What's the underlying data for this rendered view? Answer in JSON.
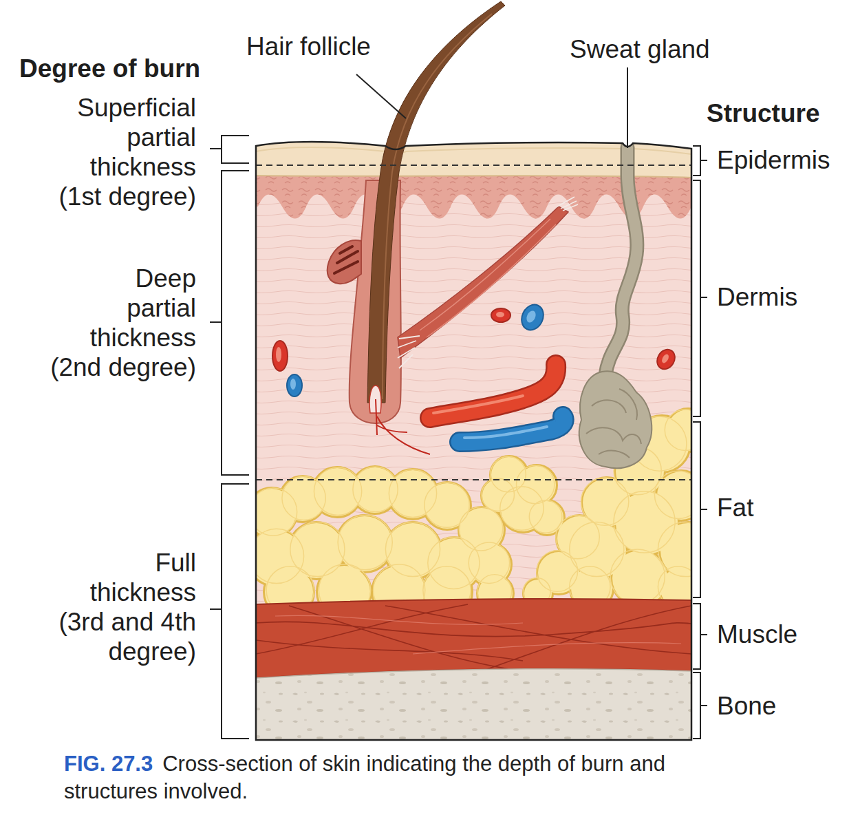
{
  "diagram": {
    "caption": "Cross-section of skin indicating the depth of burn and structures involved.",
    "labels": [
      "Degree of burn",
      "Superficial partial thickness (1st degree)",
      "Deep partial thickness (2nd degree)",
      "Full thickness (3rd and 4th degree)",
      "Hair follicle",
      "Sweat gland",
      "Structure",
      "Epidermis",
      "Dermis",
      "Fat",
      "Muscle",
      "Bone",
      "FIG. 27.3"
    ]
  }
}
